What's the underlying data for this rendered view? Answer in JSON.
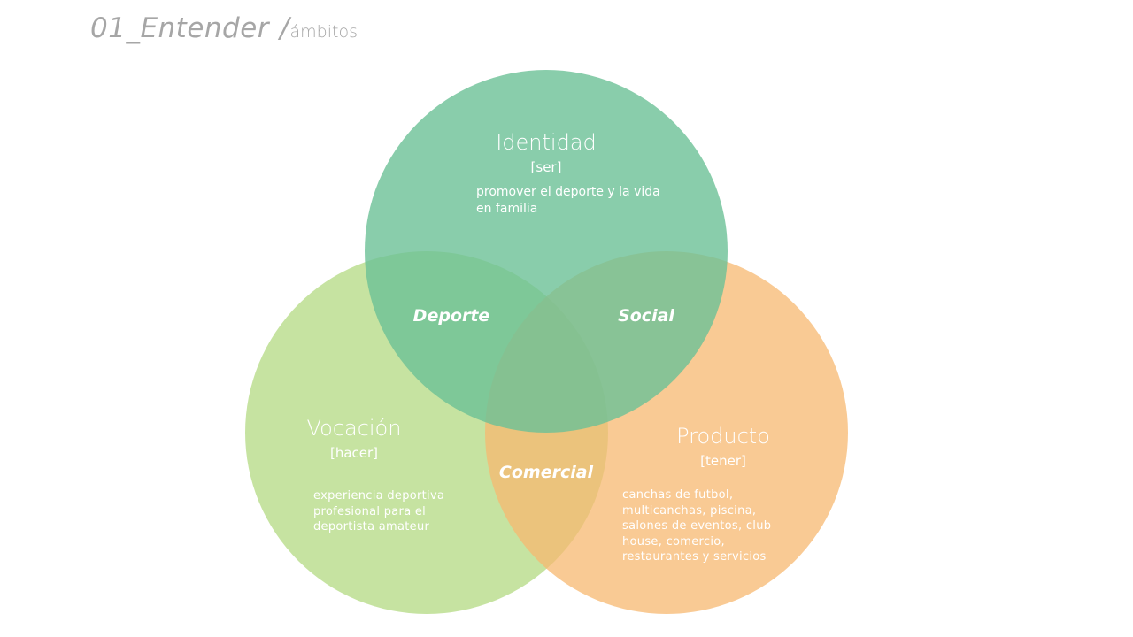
{
  "header": {
    "title": "01_Entender",
    "separator": "/",
    "subtitle": "ámbitos"
  },
  "diagram": {
    "circles": {
      "identidad": {
        "title": "Identidad",
        "subtitle": "[ser]",
        "description": "promover el deporte y la vida en familia",
        "color": "#6cc096"
      },
      "vocacion": {
        "title": "Vocación",
        "subtitle": "[hacer]",
        "description": "experiencia deportiva profesional para el deportista amateur",
        "color": "#b3da81"
      },
      "producto": {
        "title": "Producto",
        "subtitle": "[tener]",
        "description": "canchas de futbol, multicanchas, piscina, salones de eventos, club house, comercio, restaurantes y servicios",
        "color": "#f7b870"
      }
    },
    "intersections": {
      "deporte": "Deporte",
      "social": "Social",
      "comercial": "Comercial"
    }
  }
}
